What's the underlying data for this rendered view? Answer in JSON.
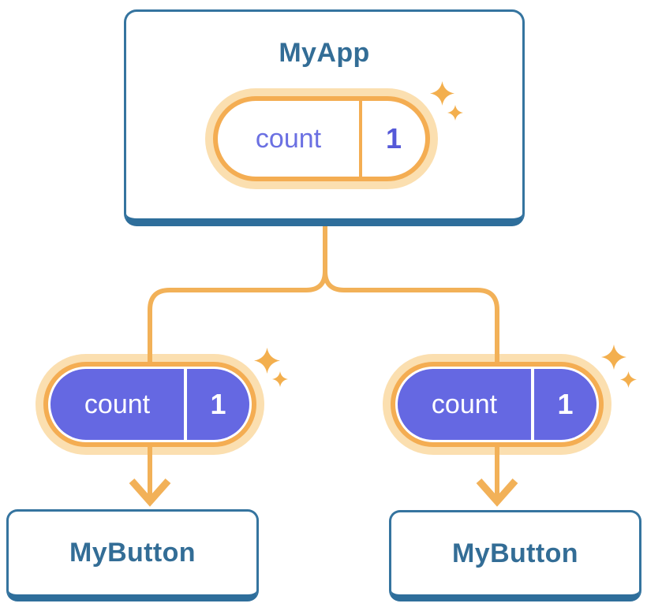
{
  "tree": {
    "root": {
      "title": "MyApp",
      "pill": {
        "label": "count",
        "value": "1"
      }
    },
    "children": [
      {
        "pill": {
          "label": "count",
          "value": "1"
        },
        "card": {
          "title": "MyButton"
        }
      },
      {
        "pill": {
          "label": "count",
          "value": "1"
        },
        "card": {
          "title": "MyButton"
        }
      }
    ]
  },
  "colors": {
    "blue_border": "#35749F",
    "blue_accent": "#2E6E9B",
    "blue_text": "#336D96",
    "orange": "#F4AD52",
    "orange_halo": "#FBDFB0",
    "orange_line": "#F2B158",
    "purple": "#6568E2",
    "purple_text": "#6B70E2",
    "purple_value": "#5559D8",
    "sparkle": "#F3AF4E",
    "background": "#FFFFFF"
  }
}
